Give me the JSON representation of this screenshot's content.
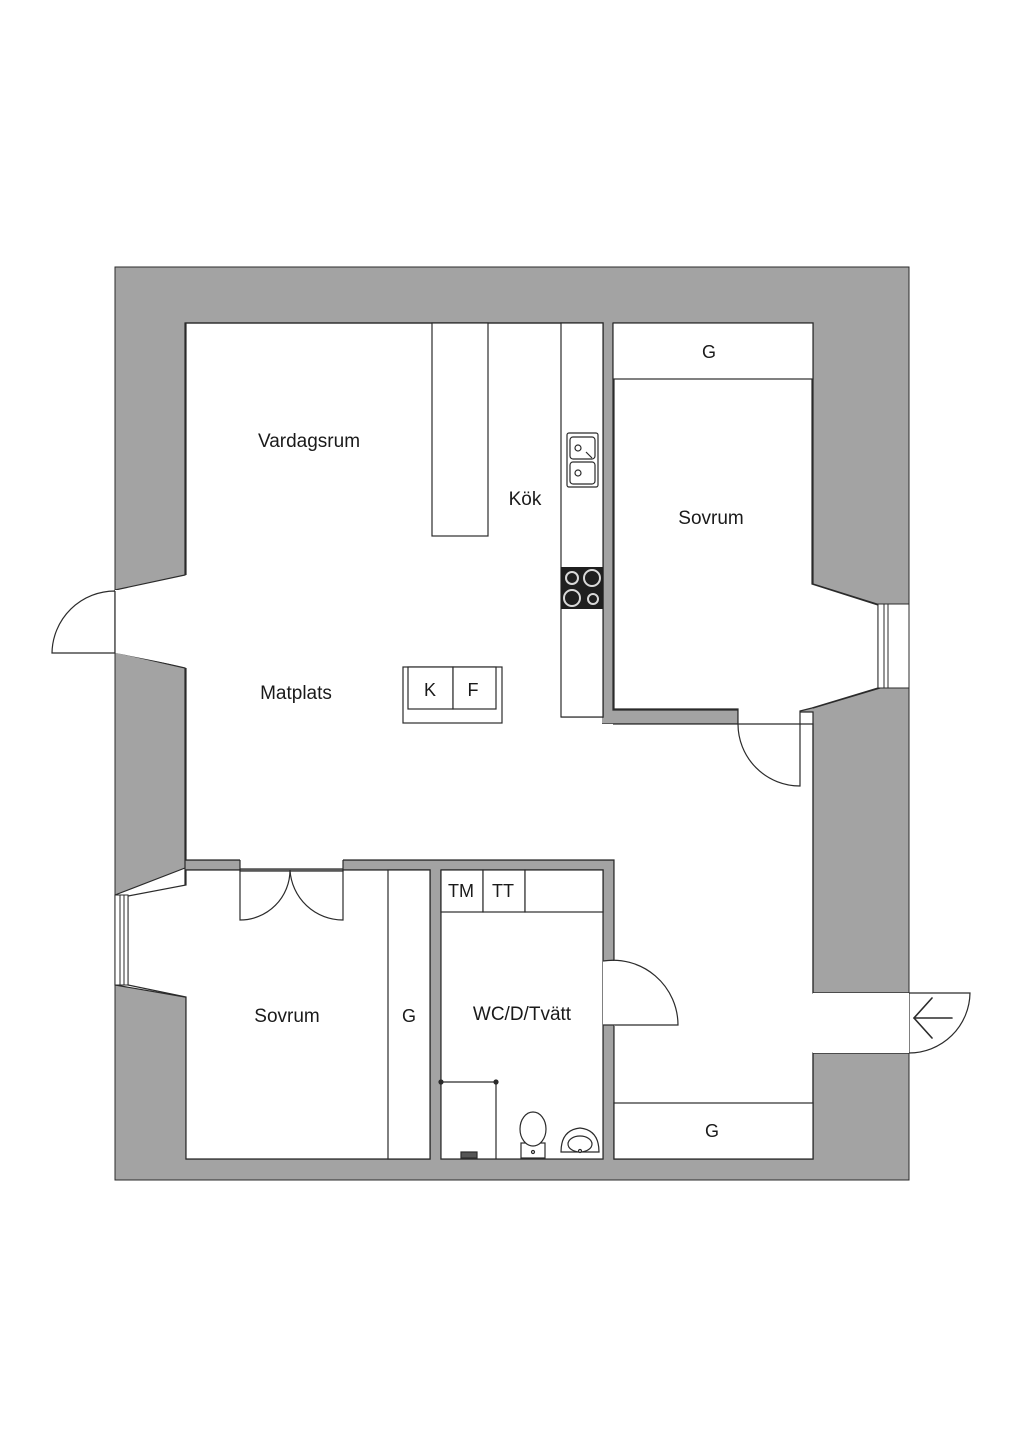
{
  "rooms": {
    "living_room": "Vardagsrum",
    "kitchen": "Kök",
    "dining": "Matplats",
    "bedroom_east": "Sovrum",
    "bedroom_west": "Sovrum",
    "bathroom": "WC/D/Tvätt"
  },
  "fixtures": {
    "fridge": "K",
    "freezer": "F",
    "washer": "TM",
    "dryer": "TT",
    "wardrobe_top": "G",
    "wardrobe_bedroom_west": "G",
    "wardrobe_bottom": "G"
  },
  "colors": {
    "wall": "#a3a3a3",
    "line": "#2b2b2b",
    "floor": "#ffffff"
  },
  "icons": {
    "entrance": "arrow-left-icon",
    "sink": "double-sink-icon",
    "stove": "cooktop-icon",
    "toilet": "toilet-icon",
    "washbasin": "washbasin-icon",
    "shower": "shower-icon"
  }
}
